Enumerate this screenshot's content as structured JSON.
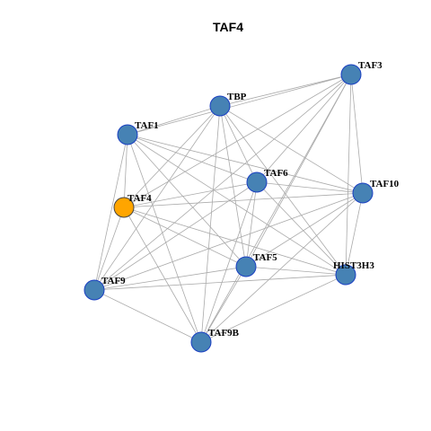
{
  "title": "TAF4",
  "colors": {
    "node_default": "#4682b4",
    "node_stroke": "#1a3fc2",
    "node_highlight": "#ffa500",
    "node_highlight_stroke": "#444444",
    "edge": "#aaaaaa"
  },
  "highlight_node": "TAF4",
  "nodes": [
    {
      "id": "TAF3",
      "label": "TAF3"
    },
    {
      "id": "TBP",
      "label": "TBP"
    },
    {
      "id": "TAF1",
      "label": "TAF1"
    },
    {
      "id": "TAF6",
      "label": "TAF6"
    },
    {
      "id": "TAF10",
      "label": "TAF10"
    },
    {
      "id": "TAF4",
      "label": "TAF4"
    },
    {
      "id": "TAF5",
      "label": "TAF5"
    },
    {
      "id": "HIST3H3",
      "label": "HIST3H3"
    },
    {
      "id": "TAF9",
      "label": "TAF9"
    },
    {
      "id": "TAF9B",
      "label": "TAF9B"
    }
  ],
  "edges": [
    [
      "TAF3",
      "TBP"
    ],
    [
      "TAF3",
      "TAF1"
    ],
    [
      "TAF3",
      "TAF6"
    ],
    [
      "TAF3",
      "TAF10"
    ],
    [
      "TAF3",
      "TAF4"
    ],
    [
      "TAF3",
      "TAF5"
    ],
    [
      "TAF3",
      "HIST3H3"
    ],
    [
      "TAF3",
      "TAF9"
    ],
    [
      "TAF3",
      "TAF9B"
    ],
    [
      "TBP",
      "TAF1"
    ],
    [
      "TBP",
      "TAF6"
    ],
    [
      "TBP",
      "TAF10"
    ],
    [
      "TBP",
      "TAF4"
    ],
    [
      "TBP",
      "TAF5"
    ],
    [
      "TBP",
      "HIST3H3"
    ],
    [
      "TBP",
      "TAF9"
    ],
    [
      "TBP",
      "TAF9B"
    ],
    [
      "TAF1",
      "TAF6"
    ],
    [
      "TAF1",
      "TAF10"
    ],
    [
      "TAF1",
      "TAF4"
    ],
    [
      "TAF1",
      "TAF5"
    ],
    [
      "TAF1",
      "HIST3H3"
    ],
    [
      "TAF1",
      "TAF9"
    ],
    [
      "TAF1",
      "TAF9B"
    ],
    [
      "TAF6",
      "TAF10"
    ],
    [
      "TAF6",
      "TAF4"
    ],
    [
      "TAF6",
      "TAF5"
    ],
    [
      "TAF6",
      "HIST3H3"
    ],
    [
      "TAF6",
      "TAF9"
    ],
    [
      "TAF6",
      "TAF9B"
    ],
    [
      "TAF10",
      "TAF4"
    ],
    [
      "TAF10",
      "TAF5"
    ],
    [
      "TAF10",
      "HIST3H3"
    ],
    [
      "TAF10",
      "TAF9"
    ],
    [
      "TAF10",
      "TAF9B"
    ],
    [
      "TAF4",
      "TAF5"
    ],
    [
      "TAF4",
      "HIST3H3"
    ],
    [
      "TAF4",
      "TAF9"
    ],
    [
      "TAF4",
      "TAF9B"
    ],
    [
      "TAF5",
      "HIST3H3"
    ],
    [
      "TAF5",
      "TAF9"
    ],
    [
      "TAF5",
      "TAF9B"
    ],
    [
      "HIST3H3",
      "TAF9"
    ],
    [
      "HIST3H3",
      "TAF9B"
    ],
    [
      "TAF9",
      "TAF9B"
    ]
  ]
}
